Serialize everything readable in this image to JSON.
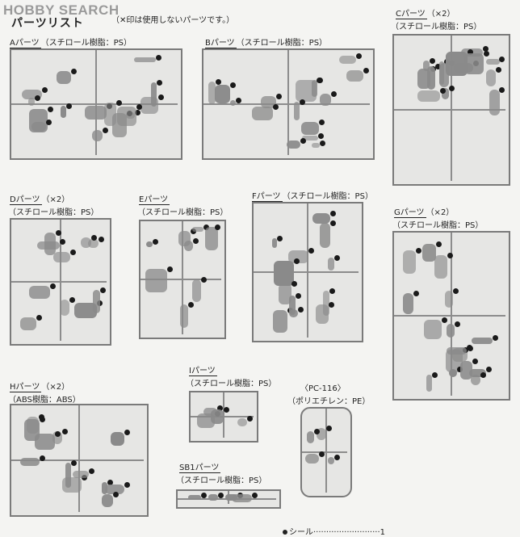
{
  "watermark": "HOBBY SEARCH",
  "page_title": "パーツリスト",
  "header_note": "（✕印は使用しないパーツです。）",
  "sheets": [
    {
      "id": "A",
      "label": "Aパーツ",
      "material": "（スチロール樹脂：PS）",
      "qty": ""
    },
    {
      "id": "B",
      "label": "Bパーツ",
      "material": "（スチロール樹脂：PS）",
      "qty": ""
    },
    {
      "id": "C",
      "label": "Cパーツ",
      "material": "（スチロール樹脂：PS）",
      "qty": "（×2）"
    },
    {
      "id": "D",
      "label": "Dパーツ",
      "material": "（スチロール樹脂：PS）",
      "qty": "（×2）"
    },
    {
      "id": "E",
      "label": "Eパーツ",
      "material": "（スチロール樹脂：PS）",
      "qty": ""
    },
    {
      "id": "F",
      "label": "Fパーツ",
      "material": "（スチロール樹脂：PS）",
      "qty": ""
    },
    {
      "id": "G",
      "label": "Gパーツ",
      "material": "（スチロール樹脂：PS）",
      "qty": "（×2）"
    },
    {
      "id": "H",
      "label": "Hパーツ",
      "material": "（ABS樹脂：ABS）",
      "qty": "（×2）"
    },
    {
      "id": "I",
      "label": "Iパーツ",
      "material": "（スチロール樹脂：PS）",
      "qty": ""
    },
    {
      "id": "PC",
      "label": "〈PC-116〉",
      "material": "（ポリエチレン：PE）",
      "qty": ""
    },
    {
      "id": "SB1",
      "label": "SB1パーツ",
      "material": "（スチロール樹脂：PS）",
      "qty": ""
    }
  ],
  "seal": {
    "label": "シール",
    "count": "1"
  }
}
